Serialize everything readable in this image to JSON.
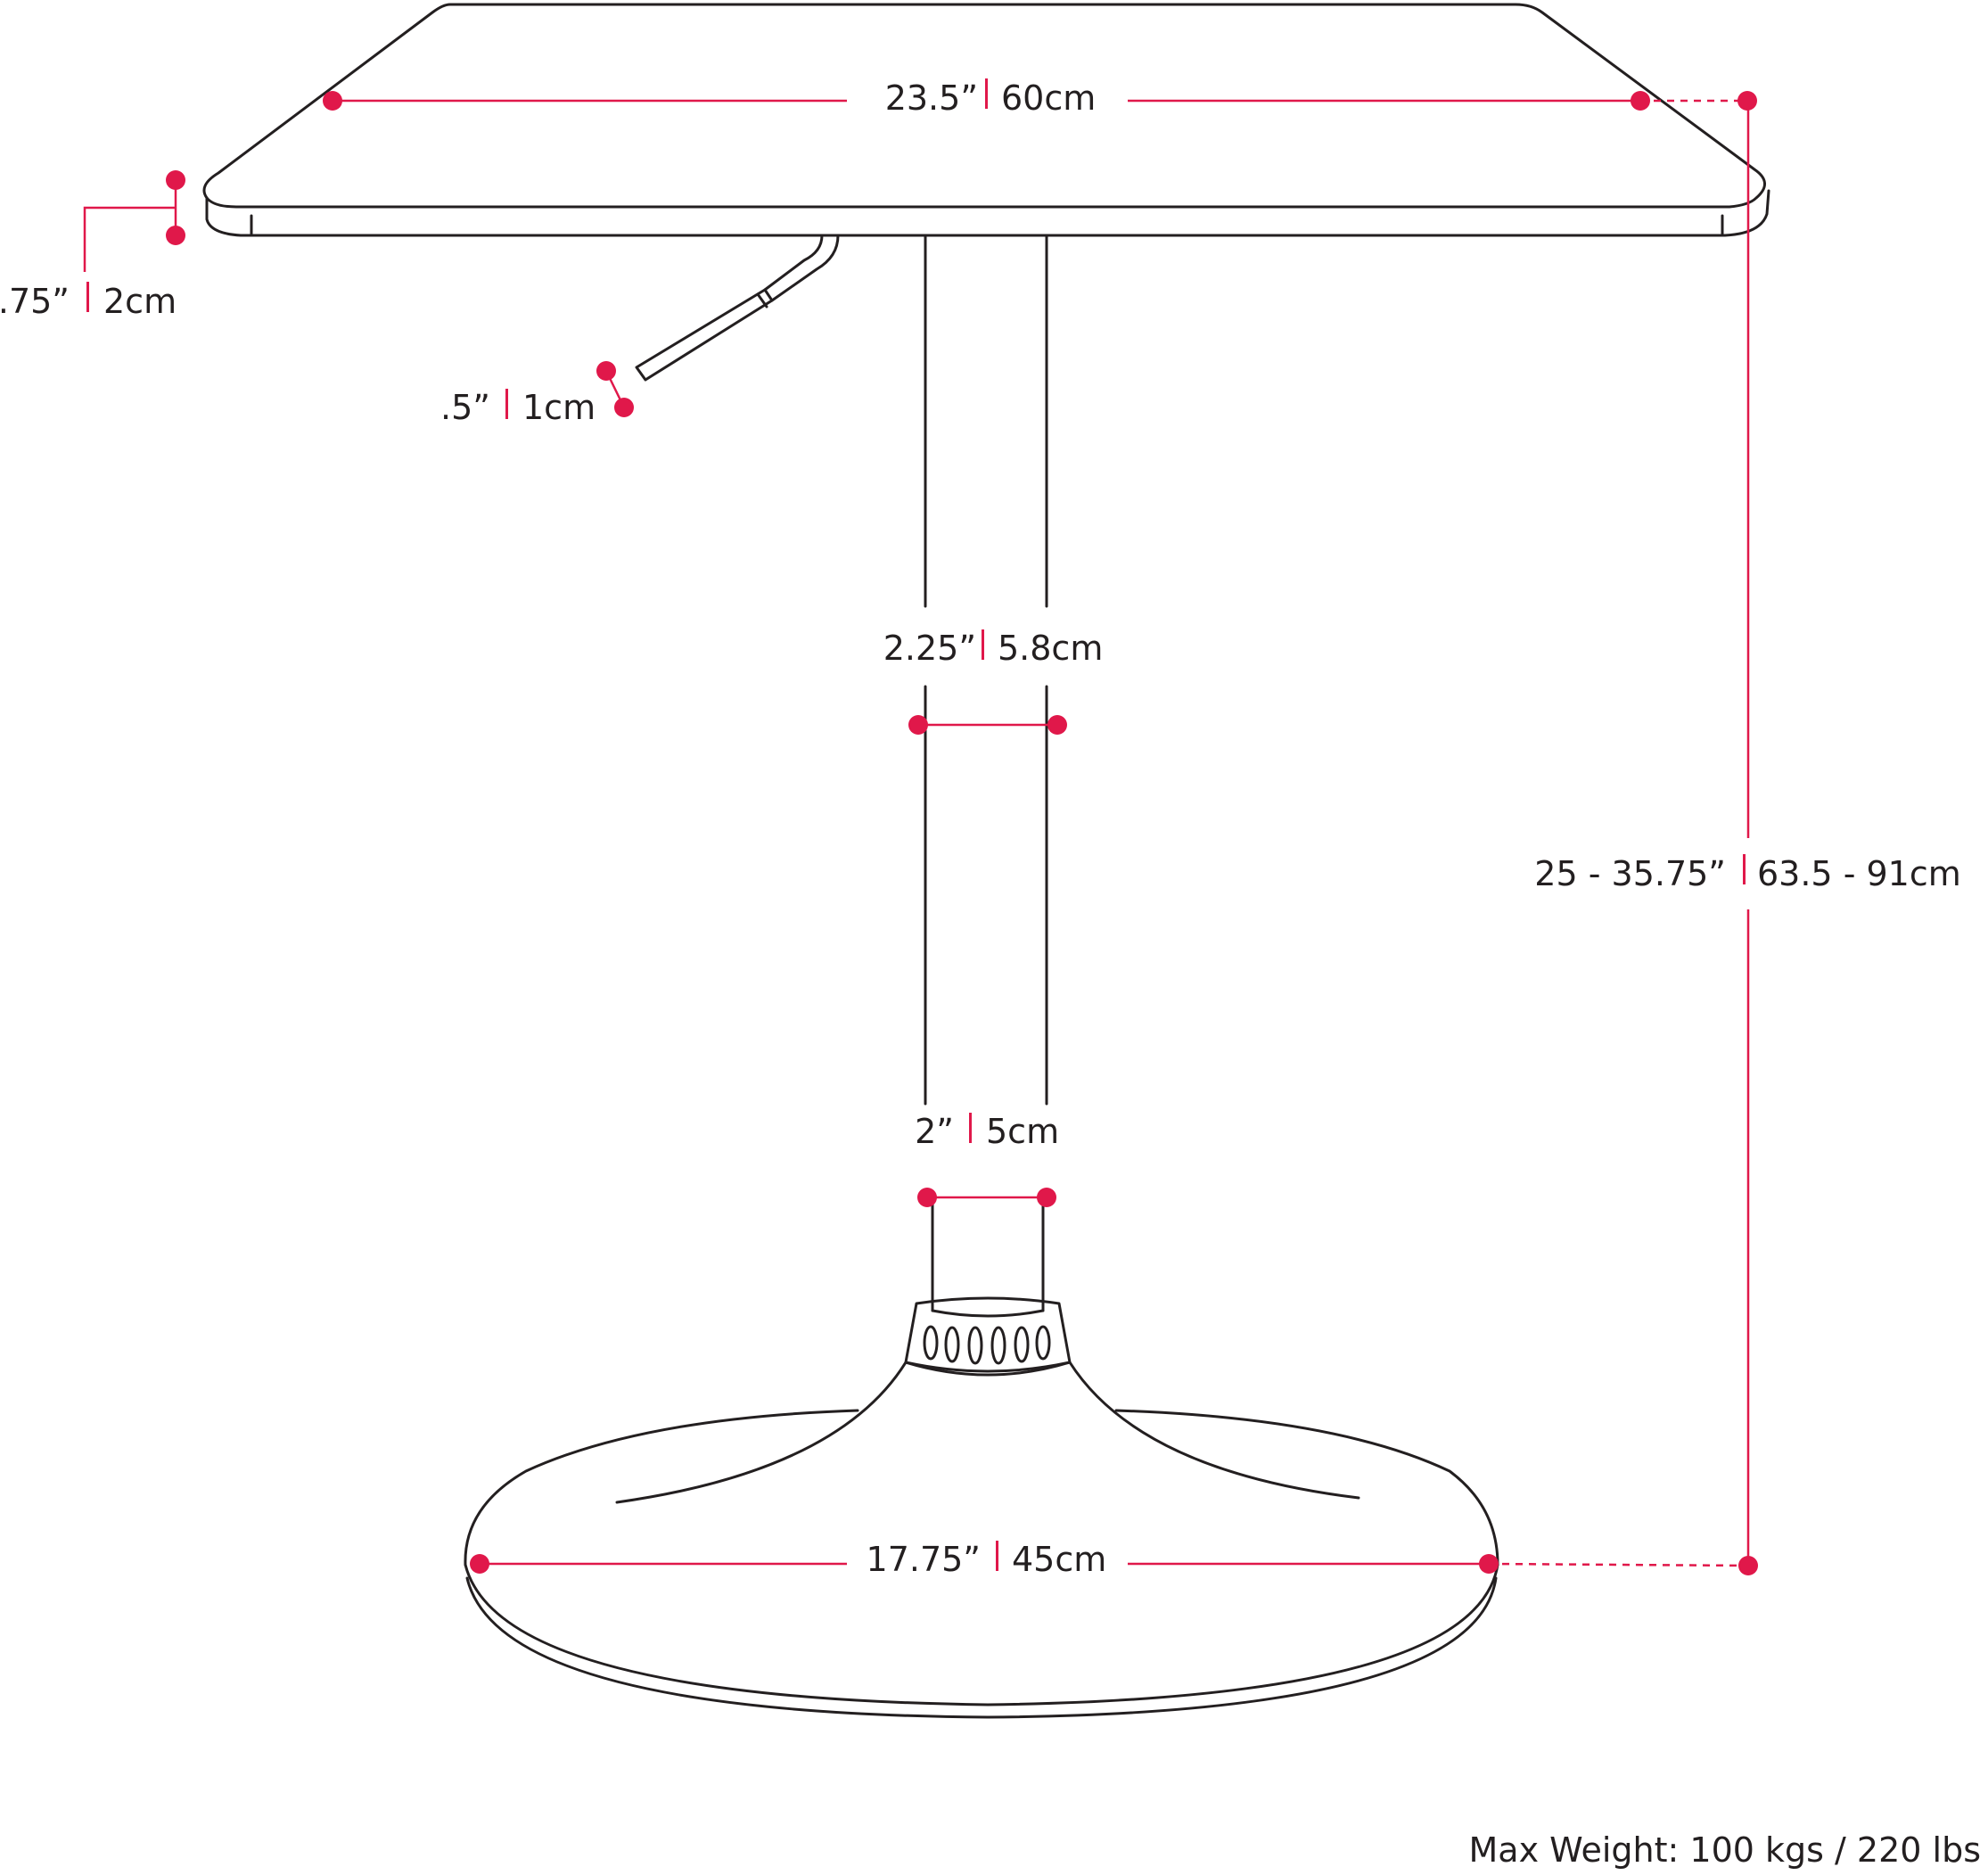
{
  "dimensions": {
    "top_width": {
      "imperial": "23.5”",
      "metric": "60cm"
    },
    "top_thickness": {
      "imperial": ".75”",
      "metric": "2cm"
    },
    "lever": {
      "imperial": ".5”",
      "metric": "1cm"
    },
    "column_upper": {
      "imperial": "2.25”",
      "metric": "5.8cm"
    },
    "column_lower": {
      "imperial": "2”",
      "metric": "5cm"
    },
    "height": {
      "imperial": "25 - 35.75”",
      "metric": "63.5 - 91cm"
    },
    "base_diameter": {
      "imperial": "17.75”",
      "metric": "45cm"
    }
  },
  "footer": {
    "max_weight": "Max Weight: 100 kgs / 220 lbs"
  },
  "colors": {
    "accent": "#e0184a",
    "outline": "#231f20"
  }
}
